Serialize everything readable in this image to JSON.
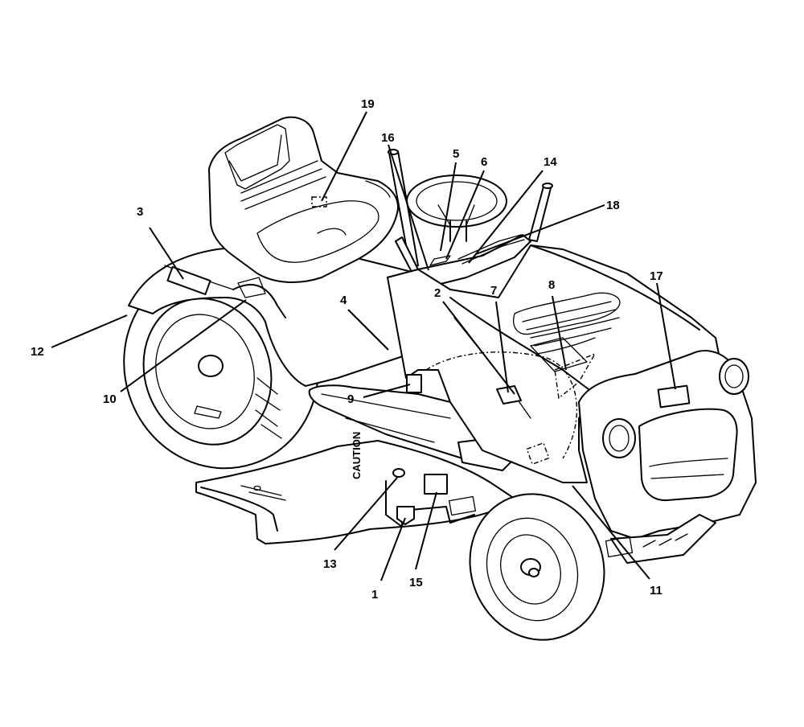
{
  "callouts": [
    {
      "id": "1",
      "label": "1"
    },
    {
      "id": "2",
      "label": "2"
    },
    {
      "id": "3",
      "label": "3"
    },
    {
      "id": "4",
      "label": "4"
    },
    {
      "id": "5",
      "label": "5"
    },
    {
      "id": "6",
      "label": "6"
    },
    {
      "id": "7",
      "label": "7"
    },
    {
      "id": "8",
      "label": "8"
    },
    {
      "id": "9",
      "label": "9"
    },
    {
      "id": "10",
      "label": "10"
    },
    {
      "id": "11",
      "label": "11"
    },
    {
      "id": "12",
      "label": "12"
    },
    {
      "id": "13",
      "label": "13"
    },
    {
      "id": "14",
      "label": "14"
    },
    {
      "id": "15",
      "label": "15"
    },
    {
      "id": "16",
      "label": "16"
    },
    {
      "id": "17",
      "label": "17"
    },
    {
      "id": "18",
      "label": "18"
    },
    {
      "id": "19",
      "label": "19"
    }
  ],
  "deck_decal_text": "CAUTION"
}
